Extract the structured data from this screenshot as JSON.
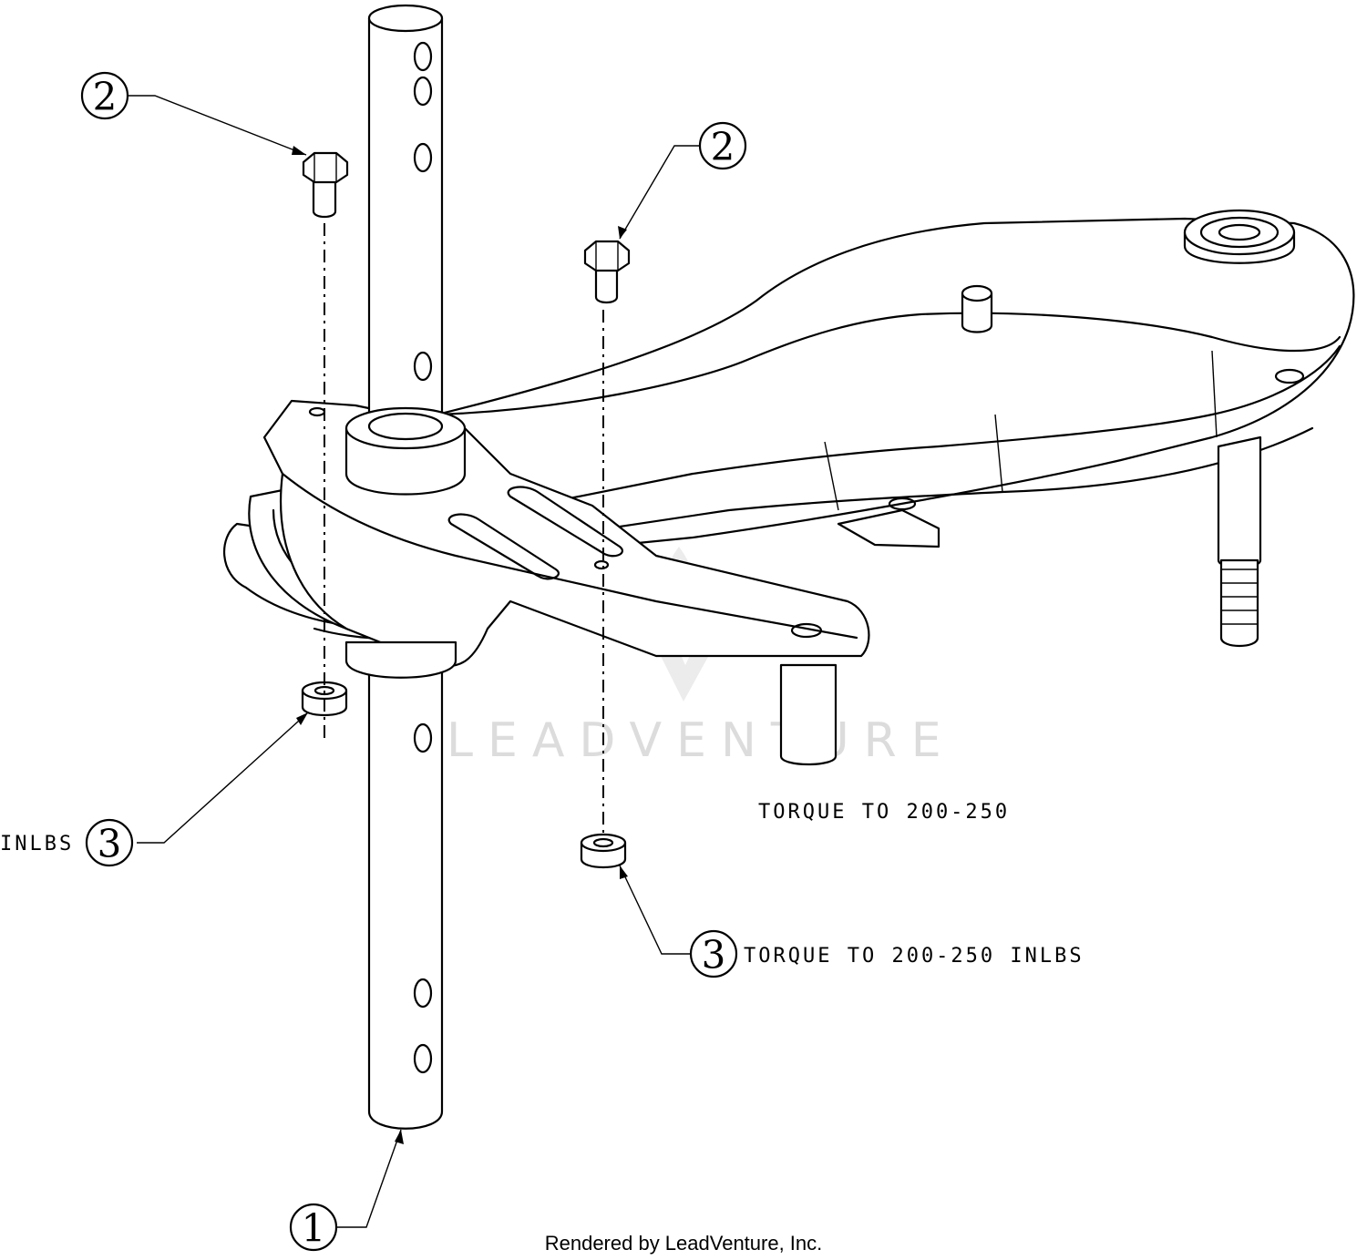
{
  "callouts": {
    "c1": "1",
    "c2a": "2",
    "c2b": "2",
    "c3a": "3",
    "c3b": "3"
  },
  "notes": {
    "left_torque": "INLBS",
    "center_torque": "TORQUE TO 200-250",
    "right_torque": "TORQUE TO 200-250 INLBS"
  },
  "watermark": "LEADVENTURE",
  "footer": "Rendered by LeadVenture, Inc."
}
